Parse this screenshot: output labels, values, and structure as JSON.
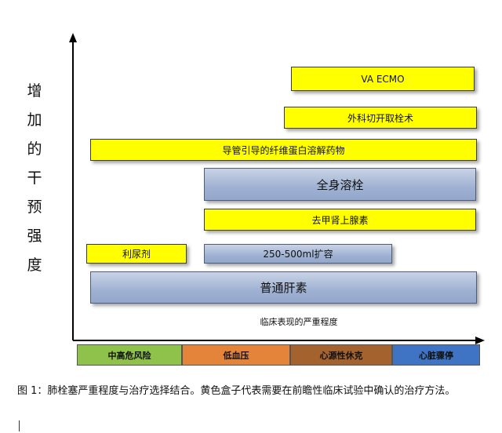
{
  "y_axis_label": [
    "增",
    "加",
    "的",
    "干",
    "预",
    "强",
    "度"
  ],
  "x_axis_label": "临床表现的严重程度",
  "interventions": [
    {
      "label": "VA ECMO",
      "style": "yellow"
    },
    {
      "label": "外科切开取栓术",
      "style": "yellow"
    },
    {
      "label": "导管引导的纤维蛋白溶解药物",
      "style": "yellow"
    },
    {
      "label": "全身溶栓",
      "style": "blue"
    },
    {
      "label": "去甲肾上腺素",
      "style": "yellow"
    },
    {
      "label": "利尿剂",
      "style": "yellow"
    },
    {
      "label": "250-500ml扩容",
      "style": "blue"
    },
    {
      "label": "普通肝素",
      "style": "blue"
    }
  ],
  "severity_categories": [
    {
      "label": "中高危风险",
      "color": "#8ec24a"
    },
    {
      "label": "低血压",
      "color": "#e4833a"
    },
    {
      "label": "心源性休克",
      "color": "#a4622f"
    },
    {
      "label": "心脏骤停",
      "color": "#3f74c4"
    }
  ],
  "caption": "图 1：肺栓塞严重程度与治疗选择结合。黄色盒子代表需要在前瞻性临床试验中确认的治疗方法。"
}
